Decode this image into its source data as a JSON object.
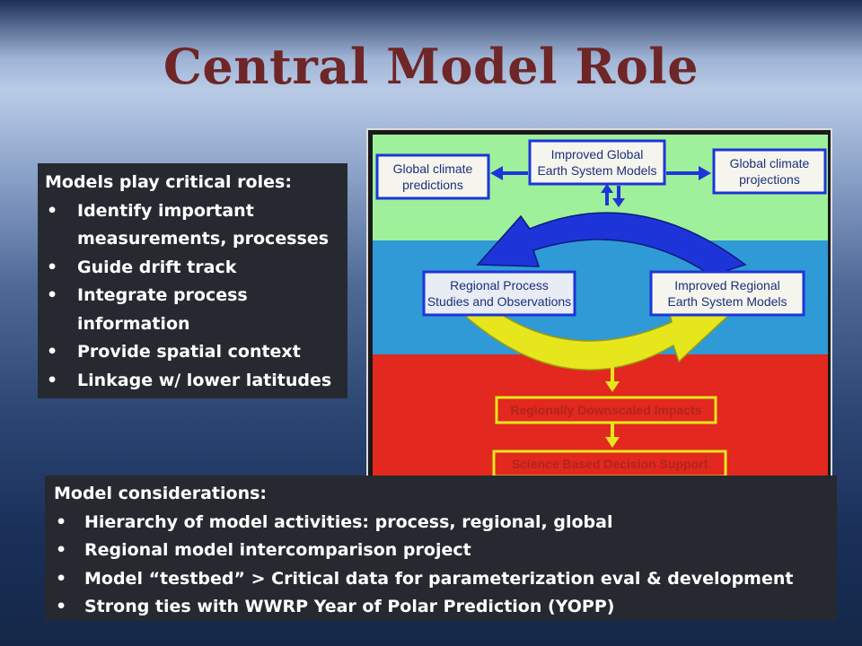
{
  "title": "Central Model Role",
  "left_panel": {
    "heading": "Models play critical roles:",
    "items": [
      "Identify important measurements, processes",
      "Guide drift track",
      "Integrate process information",
      "Provide spatial context",
      "Linkage w/ lower latitudes"
    ]
  },
  "bottom_panel": {
    "heading": "Model considerations:",
    "items": [
      "Hierarchy of model activities:  process, regional, global",
      "Regional model intercomparison project",
      "Model “testbed” > Critical data for parameterization eval & development",
      "Strong ties with WWRP Year of Polar Prediction (YOPP)"
    ]
  },
  "diagram": {
    "nodes": {
      "global_predictions": [
        "Global climate",
        "predictions"
      ],
      "improved_global": [
        "Improved Global",
        "Earth System Models"
      ],
      "global_projections": [
        "Global climate",
        "projections"
      ],
      "regional_process": [
        "Regional Process",
        "Studies and Observations"
      ],
      "improved_regional": [
        "Improved Regional",
        "Earth System Models"
      ],
      "downscaled": "Regionally Downscaled Impacts",
      "decision_support": "Science Based Decision Support"
    },
    "colors": {
      "top_band": "#9ff09a",
      "middle_band": "#2f9ad6",
      "bottom_band": "#e2281f",
      "arrow_blue": "#1d35d8",
      "arrow_yellow": "#e6e61c",
      "box_fill": "#f5f5ee",
      "box_border": "#1d35d8"
    }
  }
}
